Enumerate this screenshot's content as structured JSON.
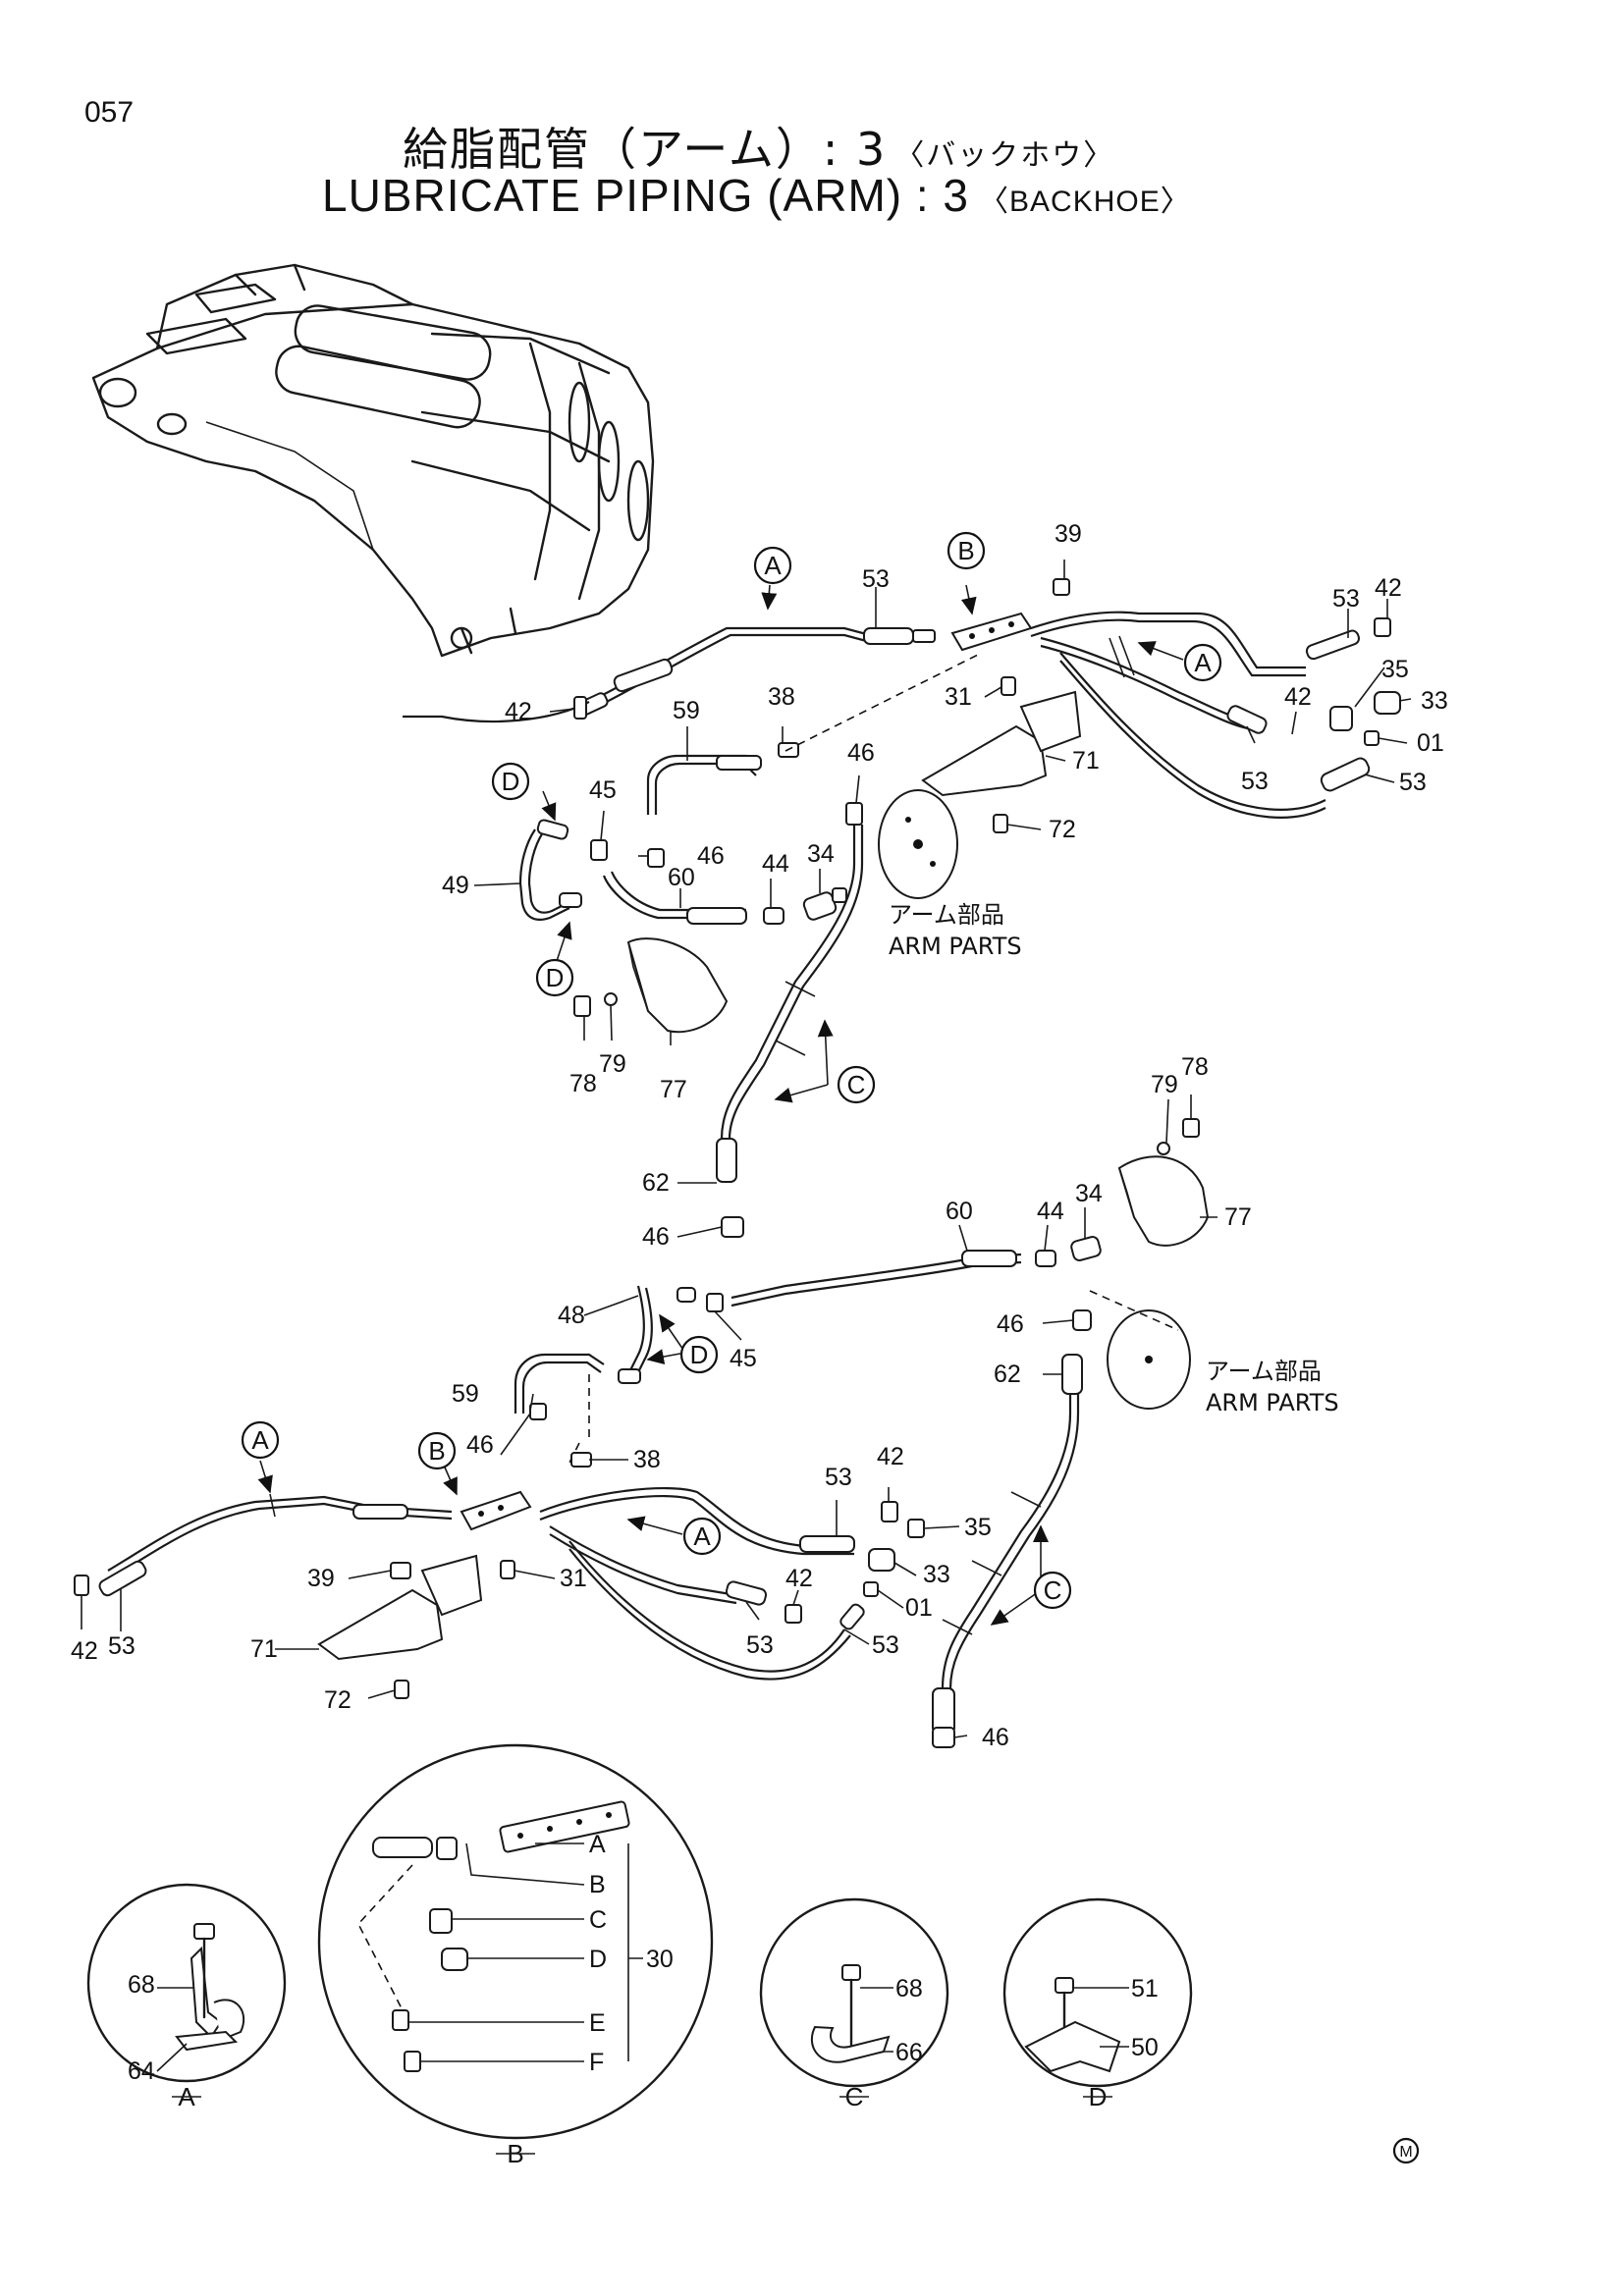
{
  "page": {
    "number": "057"
  },
  "title": {
    "jp_main": "給脂配管（アーム）: 3",
    "jp_sub": "〈バックホウ〉",
    "en_main": "LUBRICATE PIPING (ARM) : 3",
    "en_sub": "〈BACKHOE〉"
  },
  "arm_parts_note": {
    "jp": "アーム部品",
    "en": "ARM PARTS"
  },
  "callouts": [
    "A",
    "B",
    "C",
    "D"
  ],
  "upper_assembly_labels": [
    "39",
    "53",
    "53",
    "42",
    "35",
    "33",
    "01",
    "53",
    "53",
    "42",
    "31",
    "38",
    "59",
    "42",
    "46",
    "71",
    "72",
    "45",
    "46",
    "49",
    "60",
    "44",
    "34",
    "78",
    "79",
    "77",
    "62",
    "46"
  ],
  "lower_assembly_labels": [
    "79",
    "78",
    "77",
    "60",
    "44",
    "34",
    "48",
    "45",
    "46",
    "62",
    "59",
    "46",
    "38",
    "53",
    "42",
    "35",
    "33",
    "01",
    "53",
    "53",
    "42",
    "39",
    "31",
    "71",
    "72"
  ],
  "detail_views": [
    {
      "name": "A",
      "labels": [
        "68",
        "64"
      ]
    },
    {
      "name": "B",
      "labels": [
        "A",
        "B",
        "C",
        "D",
        "E",
        "F",
        "30"
      ]
    },
    {
      "name": "C",
      "labels": [
        "68",
        "66"
      ]
    },
    {
      "name": "D",
      "labels": [
        "51",
        "50"
      ]
    }
  ],
  "mark": "M"
}
